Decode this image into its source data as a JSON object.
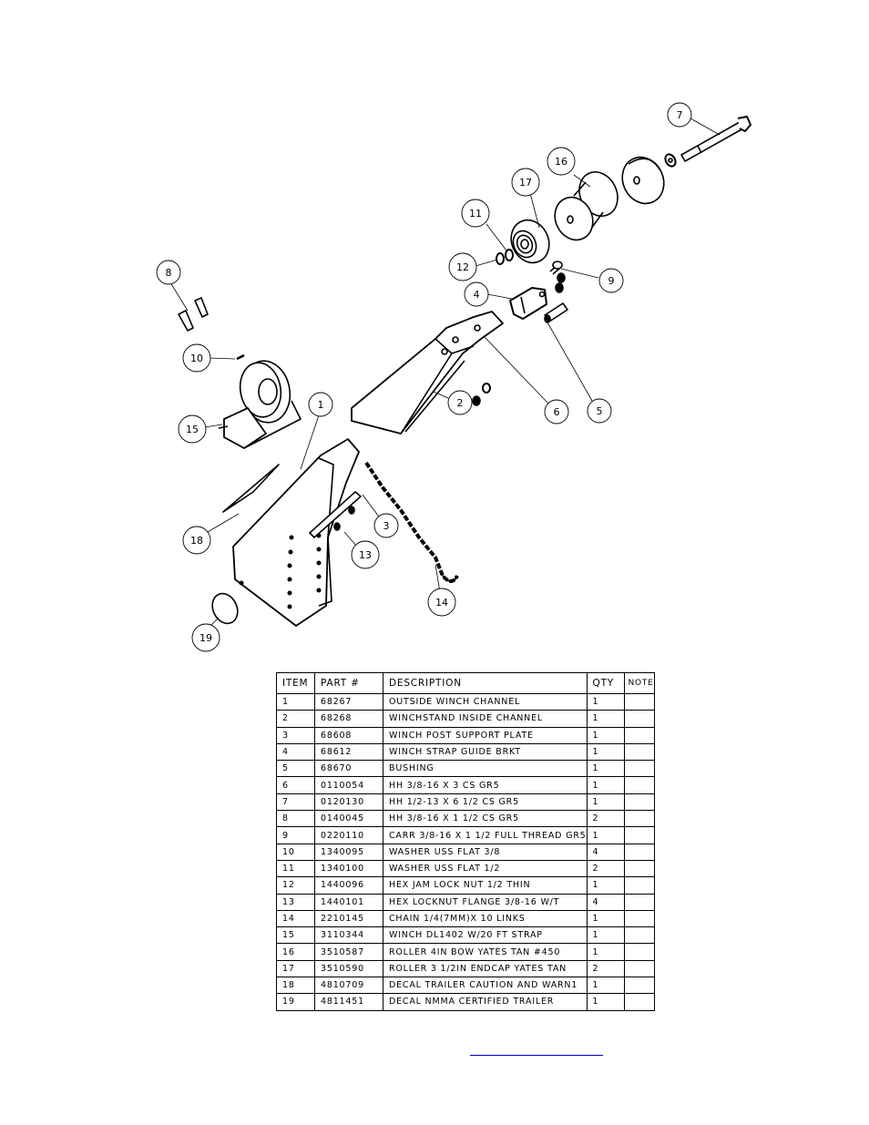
{
  "diagram": {
    "title": "Winchstand exploded view",
    "callouts": [
      "1",
      "2",
      "3",
      "4",
      "5",
      "6",
      "7",
      "8",
      "9",
      "10",
      "11",
      "12",
      "13",
      "14",
      "15",
      "16",
      "17",
      "18",
      "19"
    ],
    "line_color": "#000000"
  },
  "parts_table": {
    "headers": [
      "ITEM",
      "PART #",
      "DESCRIPTION",
      "QTY",
      "NOTE"
    ],
    "rows": [
      {
        "item": "1",
        "part": "68267",
        "description": "OUTSIDE WINCH CHANNEL",
        "qty": "1",
        "note": ""
      },
      {
        "item": "2",
        "part": "68268",
        "description": "WINCHSTAND   INSIDE CHANNEL",
        "qty": "1",
        "note": ""
      },
      {
        "item": "3",
        "part": "68608",
        "description": "WINCH POST SUPPORT PLATE",
        "qty": "1",
        "note": ""
      },
      {
        "item": "4",
        "part": "68612",
        "description": "WINCH STRAP GUIDE BRKT",
        "qty": "1",
        "note": ""
      },
      {
        "item": "5",
        "part": "68670",
        "description": "BUSHING",
        "qty": "1",
        "note": ""
      },
      {
        "item": "6",
        "part": "0110054",
        "description": "HH 3/8-16 X 3 CS GR5",
        "qty": "1",
        "note": ""
      },
      {
        "item": "7",
        "part": "0120130",
        "description": "HH 1/2-13 X 6 1/2 CS GR5",
        "qty": "1",
        "note": ""
      },
      {
        "item": "8",
        "part": "0140045",
        "description": "HH 3/8-16 X 1 1/2 CS GR5",
        "qty": "2",
        "note": ""
      },
      {
        "item": "9",
        "part": "0220110",
        "description": "CARR 3/8-16 X 1 1/2 FULL THREAD GR5",
        "qty": "1",
        "note": ""
      },
      {
        "item": "10",
        "part": "1340095",
        "description": "WASHER USS FLAT 3/8",
        "qty": "4",
        "note": ""
      },
      {
        "item": "11",
        "part": "1340100",
        "description": "WASHER USS FLAT 1/2",
        "qty": "2",
        "note": ""
      },
      {
        "item": "12",
        "part": "1440096",
        "description": "HEX JAM LOCK NUT 1/2 THIN",
        "qty": "1",
        "note": ""
      },
      {
        "item": "13",
        "part": "1440101",
        "description": "HEX LOCKNUT FLANGE 3/8-16 W/T",
        "qty": "4",
        "note": ""
      },
      {
        "item": "14",
        "part": "2210145",
        "description": "CHAIN 1/4(7MM)X 10 LINKS",
        "qty": "1",
        "note": ""
      },
      {
        "item": "15",
        "part": "3110344",
        "description": "WINCH DL1402 W/20 FT STRAP",
        "qty": "1",
        "note": ""
      },
      {
        "item": "16",
        "part": "3510587",
        "description": "ROLLER 4IN BOW YATES TAN #450",
        "qty": "1",
        "note": ""
      },
      {
        "item": "17",
        "part": "3510590",
        "description": "ROLLER 3 1/2IN ENDCAP YATES TAN",
        "qty": "2",
        "note": ""
      },
      {
        "item": "18",
        "part": "4810709",
        "description": "DECAL TRAILER CAUTION AND WARN1",
        "qty": "1",
        "note": ""
      },
      {
        "item": "19",
        "part": "4811451",
        "description": "DECAL NMMA CERTIFIED TRAILER",
        "qty": "1",
        "note": ""
      }
    ]
  },
  "footer": {
    "link_color": "#0000cc"
  }
}
